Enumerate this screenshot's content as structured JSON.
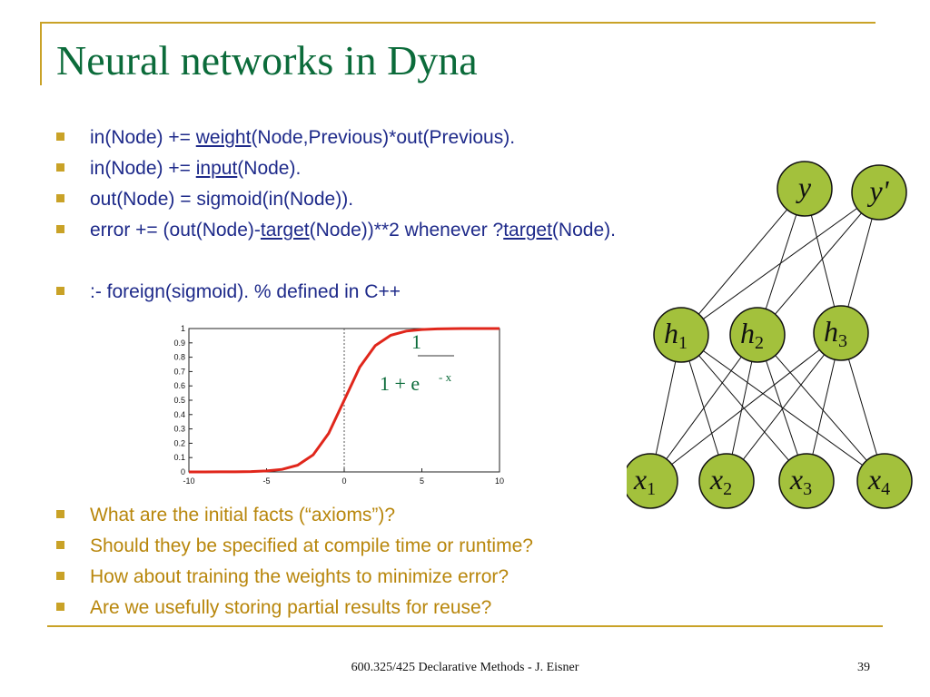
{
  "title": "Neural networks in Dyna",
  "bullets": [
    {
      "pre": "in(Node) += ",
      "u": "weight",
      "post": "(Node,Previous)*out(Previous)."
    },
    {
      "pre": "in(Node) += ",
      "u": "input",
      "post": "(Node)."
    },
    {
      "text": "out(Node) = sigmoid(in(Node))."
    },
    {
      "pre": "error += (out(Node)-",
      "u": "target",
      "mid": "(Node))**2 whenever ?",
      "u2": "target",
      "post": "(Node)."
    },
    {
      "text": ":- foreign(sigmoid). % defined in C++"
    }
  ],
  "questions": [
    "What are the initial facts (“axioms”)?",
    "Should they be specified at compile time or runtime?",
    "How about training the weights to minimize error?",
    "Are we usefully storing partial results for reuse?"
  ],
  "chart_data": {
    "type": "line",
    "function": "sigmoid",
    "x_ticks": [
      "-10",
      "-5",
      "0",
      "5",
      "10"
    ],
    "y_ticks": [
      "0",
      "0.1",
      "0.2",
      "0.3",
      "0.4",
      "0.5",
      "0.6",
      "0.7",
      "0.8",
      "0.9",
      "1"
    ],
    "xlim": [
      -10,
      10
    ],
    "ylim": [
      0,
      1
    ],
    "x": [
      -10,
      -9,
      -8,
      -7,
      -6,
      -5,
      -4,
      -3,
      -2,
      -1,
      0,
      1,
      2,
      3,
      4,
      5,
      6,
      7,
      8,
      9,
      10
    ],
    "y": [
      5e-05,
      0.00012,
      0.00034,
      0.00091,
      0.0025,
      0.0067,
      0.018,
      0.047,
      0.119,
      0.269,
      0.5,
      0.731,
      0.881,
      0.953,
      0.982,
      0.993,
      0.9975,
      0.9991,
      0.9997,
      0.9999,
      1.0
    ],
    "line_color": "#E0261B",
    "formula_numerator": "1",
    "formula_denominator_base": "1 + e",
    "formula_exponent": "- x"
  },
  "network": {
    "outputs": [
      {
        "base": "y",
        "sub": ""
      },
      {
        "base": "y'",
        "sub": ""
      }
    ],
    "hidden": [
      {
        "base": "h",
        "sub": "1"
      },
      {
        "base": "h",
        "sub": "2"
      },
      {
        "base": "h",
        "sub": "3"
      }
    ],
    "inputs": [
      {
        "base": "x",
        "sub": "1"
      },
      {
        "base": "x",
        "sub": "2"
      },
      {
        "base": "x",
        "sub": "3"
      },
      {
        "base": "x",
        "sub": "4"
      }
    ],
    "node_color": "#A3C13C"
  },
  "footer": "600.325/425 Declarative Methods - J. Eisner",
  "page_number": "39"
}
